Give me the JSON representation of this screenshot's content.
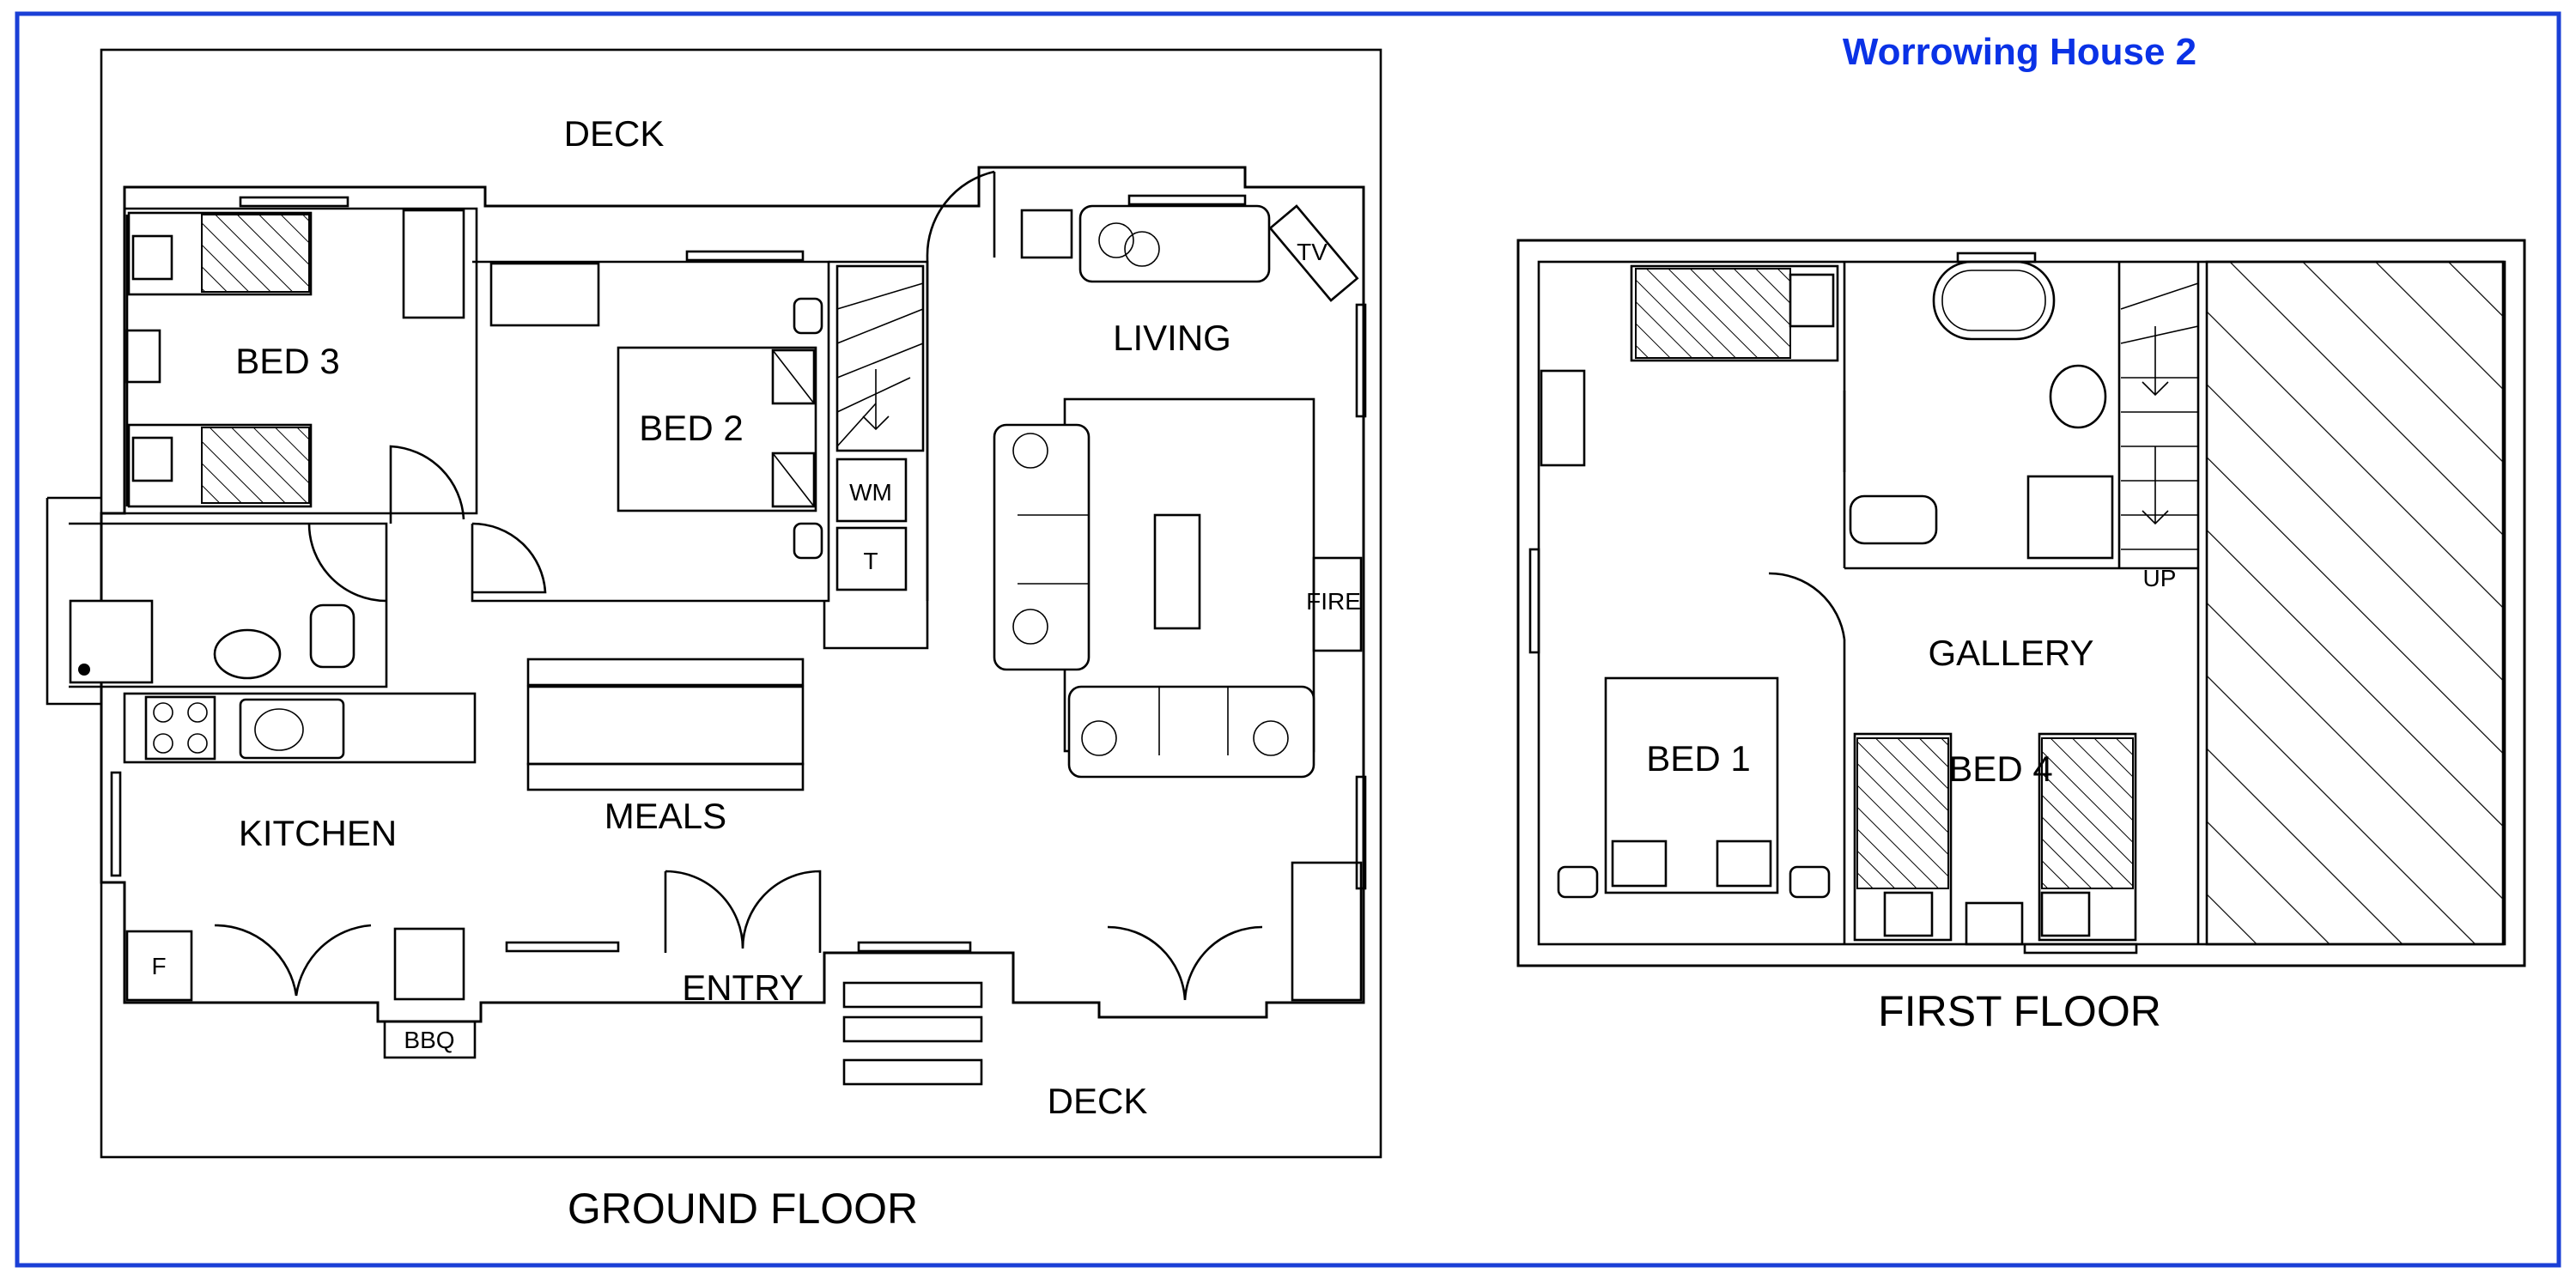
{
  "title": "Worrowing House 2",
  "colors": {
    "border": "#1a3fd6",
    "title": "#0a32e6",
    "line": "#000000",
    "background": "#ffffff"
  },
  "ground_floor": {
    "label": "GROUND FLOOR",
    "rooms": {
      "deck_top": "DECK",
      "bed3": "BED 3",
      "bed2": "BED 2",
      "living": "LIVING",
      "kitchen": "KITCHEN",
      "meals": "MEALS",
      "entry": "ENTRY",
      "deck_bottom": "DECK"
    },
    "fixtures": {
      "tv": "TV",
      "wm": "WM",
      "t": "T",
      "fire": "FIRE",
      "f": "F",
      "bbq": "BBQ"
    }
  },
  "first_floor": {
    "label": "FIRST FLOOR",
    "rooms": {
      "bed1": "BED 1",
      "bed4": "BED 4",
      "gallery": "GALLERY"
    },
    "fixtures": {
      "up": "UP"
    }
  }
}
